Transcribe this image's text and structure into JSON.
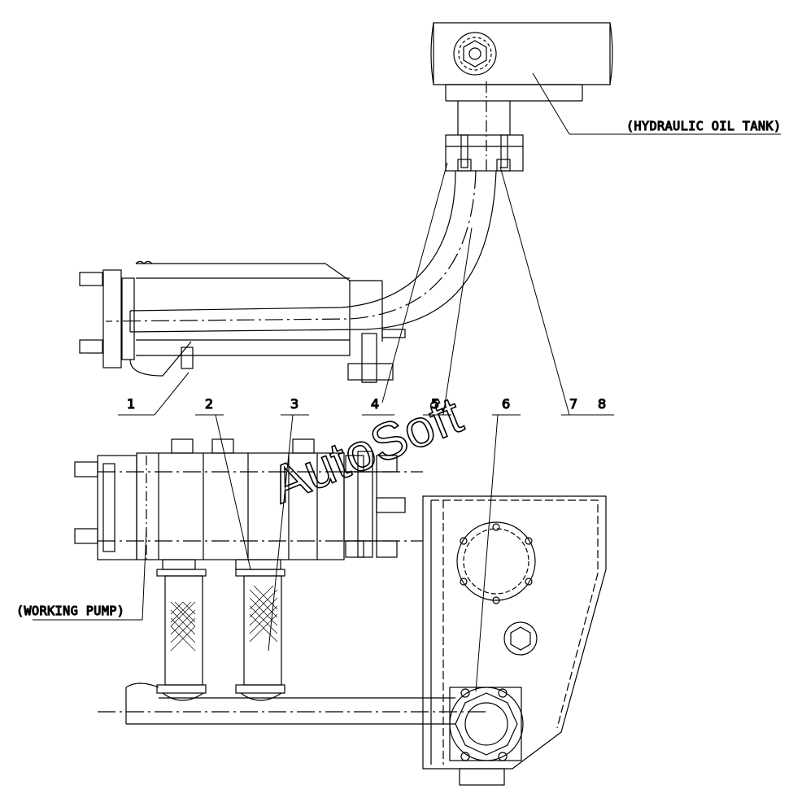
{
  "labels": {
    "hydraulic_oil_tank": "(HYDRAULIC OIL TANK)",
    "working_pump": "(WORKING PUMP)"
  },
  "callouts": [
    "1",
    "2",
    "3",
    "4",
    "5",
    "6",
    "7",
    "8"
  ],
  "watermark": "AutoSoft"
}
